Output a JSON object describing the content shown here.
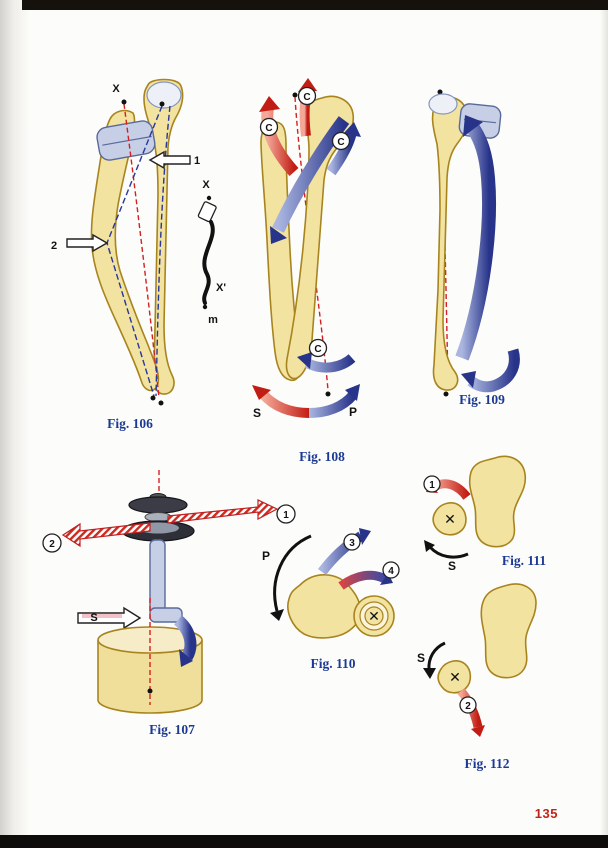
{
  "page": {
    "number": "135"
  },
  "colors": {
    "bone_fill": "#f2e3a0",
    "bone_outline": "#a8841f",
    "red_accent": "#c21d14",
    "blue_accent": "#283489",
    "blue_gray": "#c6cfe6",
    "caption_blue": "#1c3a94",
    "page_number_red": "#c22318"
  },
  "captions": {
    "fig106": "Fig. 106",
    "fig107": "Fig. 107",
    "fig108": "Fig. 108",
    "fig109": "Fig. 109",
    "fig110": "Fig. 110",
    "fig111": "Fig. 111",
    "fig112": "Fig. 112"
  },
  "labels": {
    "x": "X",
    "x_prime": "X'",
    "m": "m",
    "s": "S",
    "p": "P",
    "c": "C",
    "n1": "1",
    "n2": "2",
    "n3": "3",
    "n4": "4",
    "cross": "✕"
  }
}
